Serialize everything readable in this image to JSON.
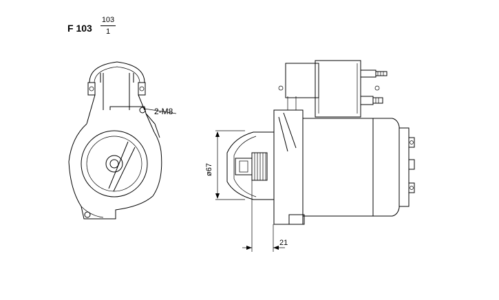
{
  "header": {
    "code": "F 103",
    "fraction_top": "103",
    "fraction_bottom": "1"
  },
  "front_view": {
    "mount_label": "2-M8"
  },
  "side_view": {
    "diameter_label": "ø67",
    "length_label": "21"
  },
  "colors": {
    "line": "#000000",
    "background": "#ffffff"
  }
}
